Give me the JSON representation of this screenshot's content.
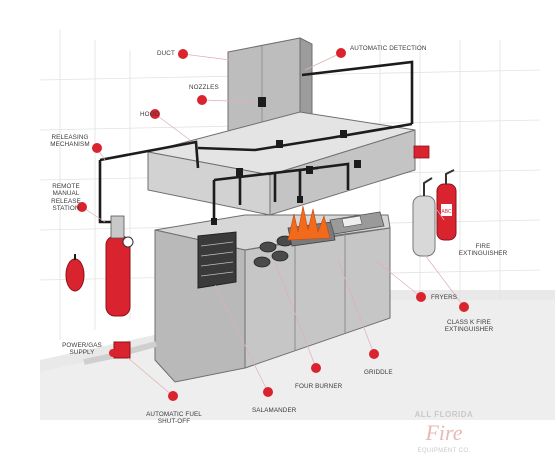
{
  "labels": {
    "duct": "DUCT",
    "automatic_detection": "AUTOMATIC DETECTION",
    "nozzles": "NOZZLES",
    "hood": "HOOD",
    "releasing_mechanism": "RELEASING\nMECHANISM",
    "remote_manual_release_station": "REMOTE\nMANUAL\nRELEASE\nSTATION",
    "fire_extinguisher": "FIRE\nEXTINGUISHER",
    "fryers": "FRYERS",
    "class_k_fire_extinguisher": "CLASS K FIRE\nEXTINGUISHER",
    "power_gas_supply": "POWER/GAS\nSUPPLY",
    "griddle": "GRIDDLE",
    "four_burner": "FOUR BURNER",
    "salamander": "SALAMANDER",
    "automatic_fuel_shut_off": "AUTOMATIC FUEL\nSHUT-OFF"
  },
  "extinguisher_text": "ABC",
  "watermark": {
    "line1": "ALL FLORIDA",
    "line2": "Fire",
    "line3": "EQUIPMENT CO."
  },
  "colors": {
    "accent_red": "#d9232f",
    "pipe": "#1c1c1c",
    "steel": "#c8c8c8",
    "steel_dark": "#9a9a9a",
    "flame": "#f26a1b"
  }
}
